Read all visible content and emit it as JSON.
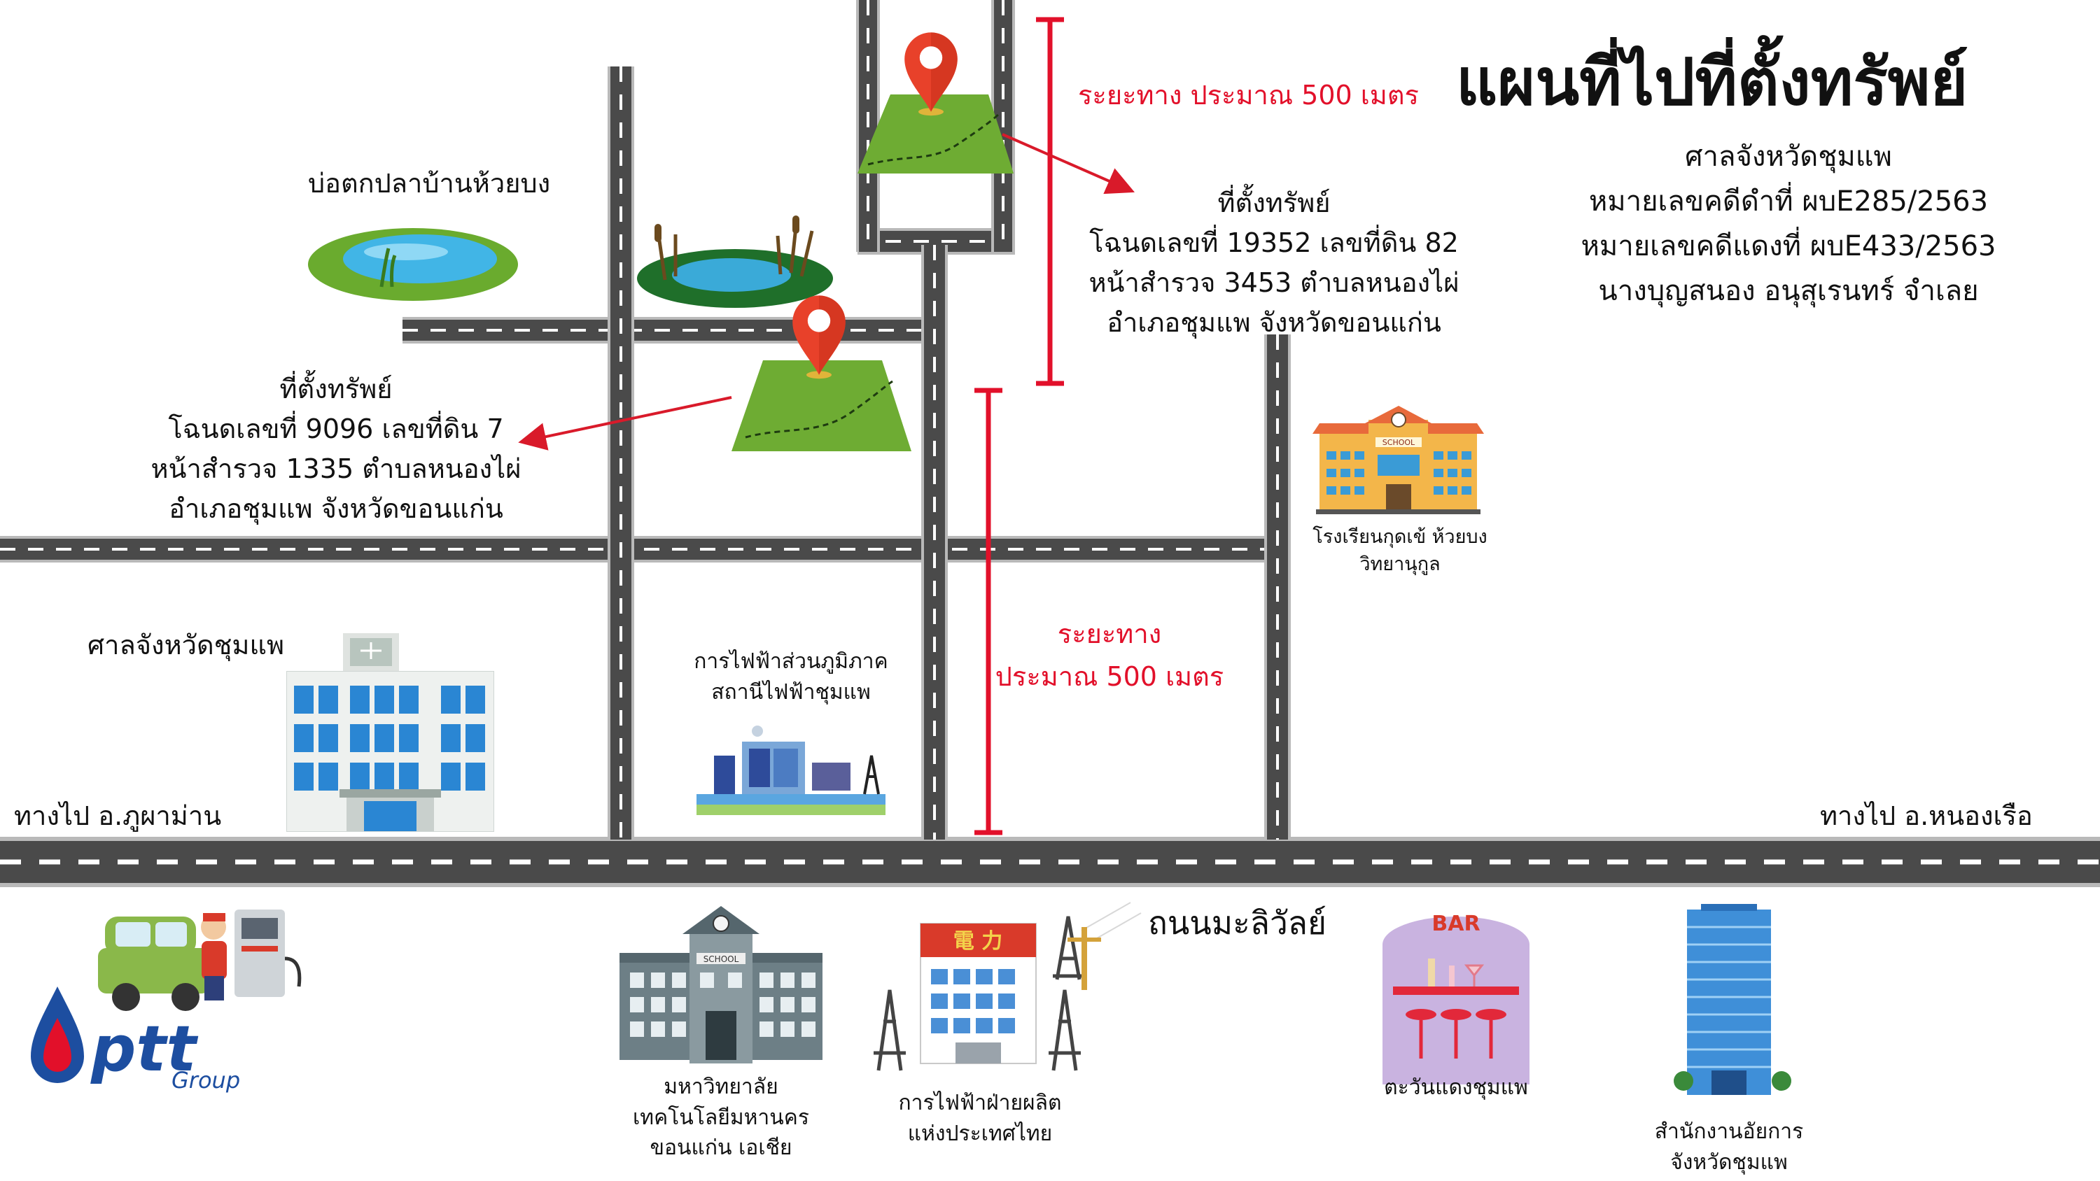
{
  "title": "แผนที่ไปที่ตั้งทรัพย์",
  "case_info": {
    "court": "ศาลจังหวัดชุมแพ",
    "black_case": "หมายเลขคดีดำที่ ผบE285/2563",
    "red_case": "หมายเลขคดีแดงที่ ผบE433/2563",
    "defendant": "นางบุญสนอง  อนุสุเรนทร์ จำเลย"
  },
  "distance_top": "ระยะทาง ประมาณ 500 เมตร",
  "distance_mid": {
    "line1": "ระยะทาง",
    "line2": "ประมาณ 500 เมตร"
  },
  "property_1": {
    "line1": "ที่ตั้งทรัพย์",
    "line2": "โฉนดเลขที่ 19352 เลขที่ดิน 82",
    "line3": "หน้าสำรวจ 3453 ตำบลหนองไผ่",
    "line4": "อำเภอชุมแพ จังหวัดขอนแก่น"
  },
  "property_2": {
    "line1": "ที่ตั้งทรัพย์",
    "line2": "โฉนดเลขที่ 9096 เลขที่ดิน 7",
    "line3": "หน้าสำรวจ 1335 ตำบลหนองไผ่",
    "line4": "อำเภอชุมแพ จังหวัดขอนแก่น"
  },
  "landmarks": {
    "fish_pond": "บ่อตกปลาบ้านห้วยบง",
    "court_building": "ศาลจังหวัดชุมแพ",
    "pea": {
      "line1": "การไฟฟ้าส่วนภูมิภาค",
      "line2": "สถานีไฟฟ้าชุมแพ"
    },
    "school": {
      "line1": "โรงเรียนกุดเข้ ห้วยบง",
      "line2": "วิทยานุกูล"
    },
    "university": {
      "line1": "มหาวิทยาลัย",
      "line2": "เทคโนโลยีมหานคร",
      "line3": "ขอนแก่น เอเชีย"
    },
    "egat": {
      "line1": "การไฟฟ้าฝ่ายผลิต",
      "line2": "แห่งประเทศไทย"
    },
    "bar": "ตะวันแดงชุมแพ",
    "prosecutor": {
      "line1": "สำนักงานอัยการ",
      "line2": "จังหวัดชุมแพ"
    }
  },
  "road_name": "ถนนมะลิวัลย์",
  "direction_left": "ทางไป อ.ภูผาม่าน",
  "direction_right": "ทางไป อ.หนองเรือ",
  "ptt_logo": {
    "brand": "ptt",
    "sub": "Group"
  },
  "icon_text": {
    "school_sign": "SCHOOL",
    "egat_sign": "電 力",
    "bar_sign": "BAR"
  },
  "colors": {
    "road": "#4a4a4a",
    "road_edge": "#b9b9b9",
    "accent_red": "#e2102a",
    "pin": "#e8412a",
    "grass": "#6eac33",
    "ptt_blue": "#1d4ea0"
  }
}
